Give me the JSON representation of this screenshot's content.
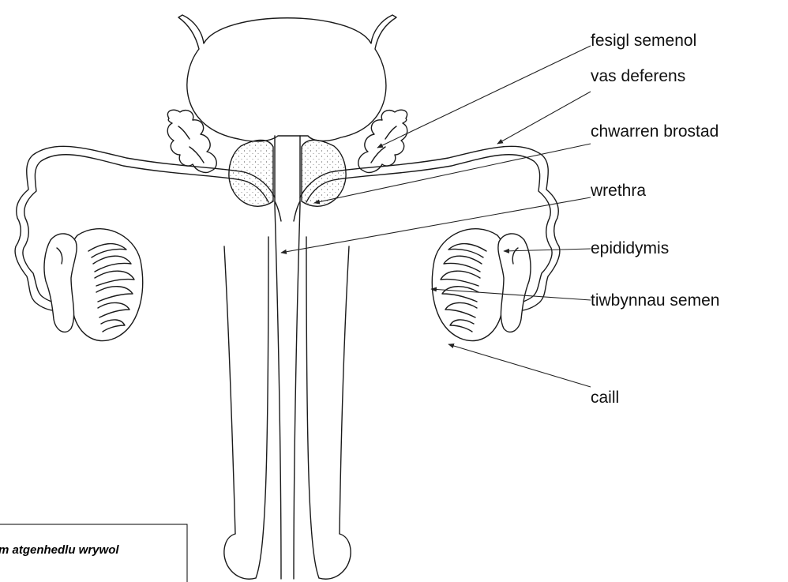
{
  "diagram": {
    "labels": {
      "seminal_vesicle": "fesigl semenol",
      "vas_deferens": "vas deferens",
      "prostate": "chwarren brostad",
      "urethra": "wrethra",
      "epididymis": "epididymis",
      "seminiferous_tubules": "tiwbynnau semen",
      "testis": "caill"
    },
    "caption": "m atgenhedlu wrywol"
  }
}
